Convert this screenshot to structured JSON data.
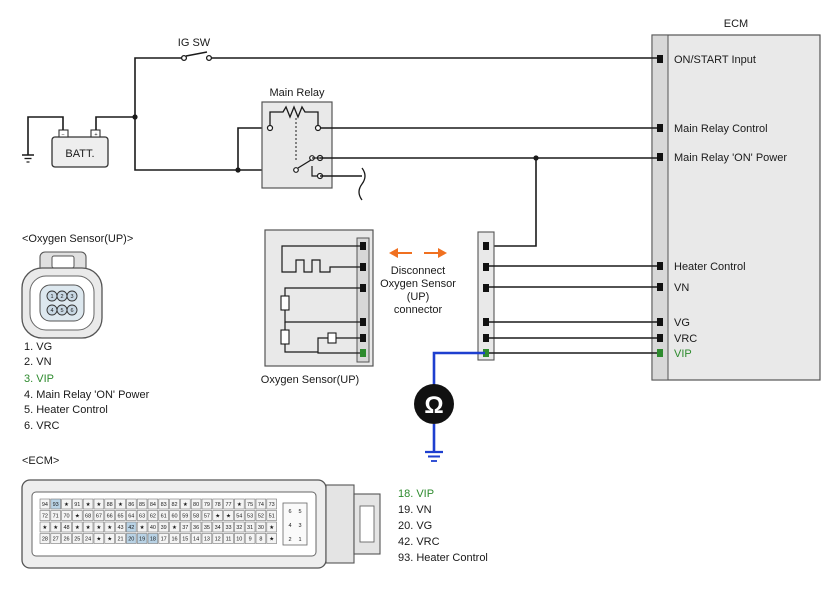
{
  "ecm_title": "ECM",
  "ig_sw": "IG SW",
  "main_relay": "Main Relay",
  "battery": "BATT.",
  "ecm_pins": [
    {
      "label": "ON/START Input"
    },
    {
      "label": "Main Relay Control"
    },
    {
      "label": "Main Relay 'ON' Power"
    },
    {
      "label": "Heater Control"
    },
    {
      "label": "VN"
    },
    {
      "label": "VG"
    },
    {
      "label": "VRC"
    },
    {
      "label": "VIP"
    }
  ],
  "disconnect_note": [
    "Disconnect",
    "Oxygen Sensor",
    "(UP)",
    "connector"
  ],
  "sensor_caption": "Oxygen Sensor(UP)",
  "sensor_section_title": "<Oxygen Sensor(UP)>",
  "sensor_pin_list": [
    "1. VG",
    "2. VN",
    "3. VIP",
    "4. Main Relay 'ON' Power",
    "5. Heater Control",
    "6. VRC"
  ],
  "ecm_section_title": "<ECM>",
  "ecm_pin_list": [
    "18. VIP",
    "19. VN",
    "20. VG",
    "42. VRC",
    "93. Heater Control"
  ],
  "ohm_symbol": "Ω",
  "sensor_connector_digits": [
    "1",
    "2",
    "3",
    "4",
    "5",
    "6"
  ],
  "ecm_connector_rows": [
    [
      "94",
      "93",
      "★",
      "91",
      "★",
      "★",
      "88",
      "★",
      "86",
      "85",
      "84",
      "83",
      "82",
      "★",
      "80",
      "79",
      "78",
      "77",
      "★",
      "75",
      "74",
      "73"
    ],
    [
      "72",
      "71",
      "70",
      "★",
      "68",
      "67",
      "66",
      "65",
      "64",
      "63",
      "62",
      "61",
      "60",
      "59",
      "58",
      "57",
      "★",
      "★",
      "54",
      "53",
      "52",
      "51"
    ],
    [
      "★",
      "★",
      "48",
      "★",
      "★",
      "★",
      "★",
      "43",
      "42",
      "★",
      "40",
      "39",
      "★",
      "37",
      "36",
      "35",
      "34",
      "33",
      "32",
      "31",
      "30",
      "★"
    ],
    [
      "28",
      "27",
      "26",
      "25",
      "24",
      "★",
      "★",
      "21",
      "20",
      "19",
      "18",
      "17",
      "16",
      "15",
      "14",
      "13",
      "12",
      "11",
      "10",
      "9",
      "8",
      "★"
    ]
  ],
  "ecm_connector_side": [
    "6",
    "5",
    "4",
    "3",
    "2",
    "1"
  ],
  "colors": {
    "wire": "#1a1a1a",
    "measurement": "#1e3fcf",
    "highlight": "#2e8b2e",
    "arrow": "#f07020",
    "panel": "#e9e9e9"
  }
}
